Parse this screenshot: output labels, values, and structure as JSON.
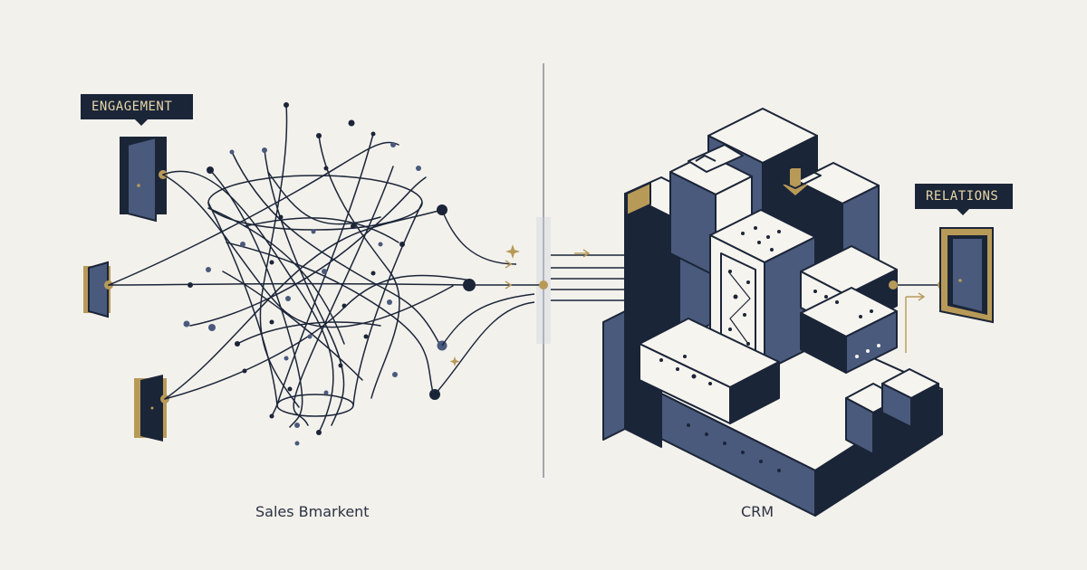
{
  "labels": {
    "engagement": "ENGAGEMENT",
    "relations": "RELATIONS"
  },
  "captions": {
    "left": "Sales Bmarkent",
    "right": "CRM"
  },
  "colors": {
    "background": "#f3f1ec",
    "navy": "#1b2538",
    "slate": "#4a5a7c",
    "gold": "#b89a58",
    "light": "#f6f4ee"
  },
  "icons": {
    "left_doors": [
      "door-icon",
      "door-icon",
      "door-icon",
      "door-icon"
    ],
    "right_door": "door-icon"
  }
}
